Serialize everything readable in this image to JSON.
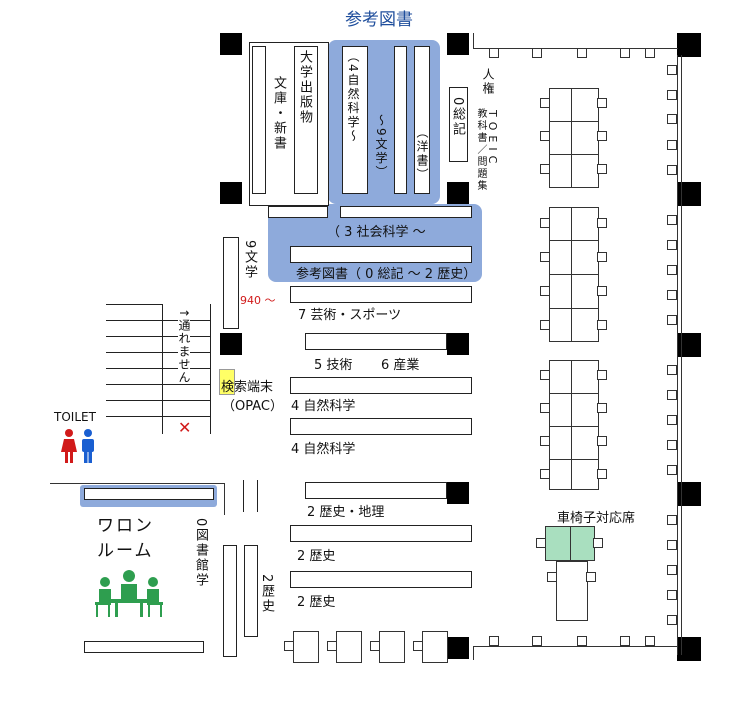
{
  "labels": {
    "reference_title": "参考図書",
    "daigaku": "大学出版物",
    "bunko": "文庫・新書",
    "shizen_ref": "（4自然科学〜",
    "bungaku_ref": "〜9文学）",
    "yosho": "（洋書）",
    "soki0": "0総記",
    "jinken": "人権",
    "textbook": "教科書／問題集",
    "toeic": "TOEIC",
    "shakai3": "（ 3 社会科学 〜",
    "ref_range": "参考図書（ 0 総記 〜 2 歴史）",
    "bungaku9": "9文学",
    "num940": "940 〜",
    "geijutsu": "7 芸術・スポーツ",
    "gijutsu": "5 技術",
    "sangyo": "6 産業",
    "shizen1": "4 自然科学",
    "shizen2": "4 自然科学",
    "tori": "↑通れません",
    "kensaku": "検索端末",
    "opac": "（OPAC）",
    "toilet": "TOILET",
    "rekishi_chiri": "2 歴史・地理",
    "rekishi1": "2 歴史",
    "rekishi2": "2 歴史",
    "rekishi_v": "2歴史",
    "toshokan": "0図書館学",
    "waron": "ワロン",
    "room": "ルーム",
    "wheelchair": "車椅子対応席",
    "cross": "✕"
  },
  "colors": {
    "reference_blue": "#8eaadb",
    "title_blue": "#1f4e9c",
    "opac_yellow": "#ffff66",
    "wheelchair_green": "#a9dfbf",
    "meeting_green": "#2e9e4f",
    "toilet_female": "#d11a1a",
    "toilet_male": "#1a5fd1",
    "accent_red": "#d11a1a"
  }
}
